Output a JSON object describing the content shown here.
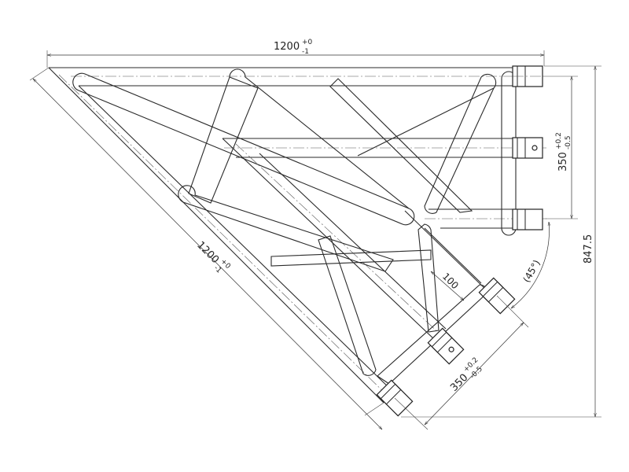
{
  "drawing": {
    "dimensions": {
      "top_length": {
        "base": "1200",
        "tol_upper": "+0",
        "tol_lower": "-1"
      },
      "diag_length": {
        "base": "1200",
        "tol_upper": "+0",
        "tol_lower": "-1"
      },
      "right_spacing": {
        "base": "350",
        "tol_upper": "+0.2",
        "tol_lower": "-0.5"
      },
      "diag_spacing": {
        "base": "350",
        "tol_upper": "+0.2",
        "tol_lower": "-0.5"
      },
      "height": {
        "value": "847.5"
      },
      "offset": {
        "value": "100"
      },
      "angle": {
        "value": "(45°)"
      }
    }
  }
}
